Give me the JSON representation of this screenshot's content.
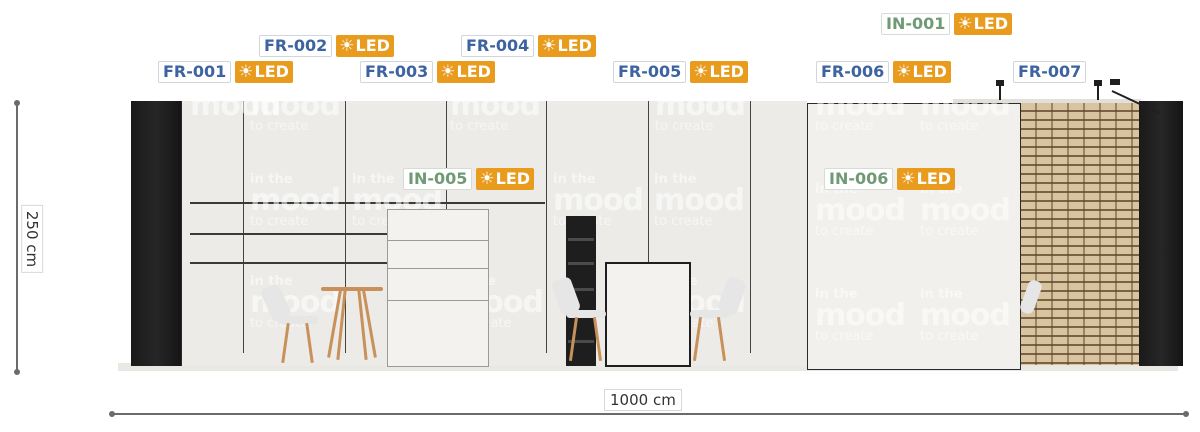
{
  "dimensions": {
    "height": "250 cm",
    "width": "1000 cm"
  },
  "watermark": {
    "line1": "in the",
    "line2": "mood",
    "line3": "to create"
  },
  "labels": {
    "fr001": {
      "code": "FR-001",
      "led": "LED"
    },
    "fr002": {
      "code": "FR-002",
      "led": "LED"
    },
    "fr003": {
      "code": "FR-003",
      "led": "LED"
    },
    "fr004": {
      "code": "FR-004",
      "led": "LED"
    },
    "fr005": {
      "code": "FR-005",
      "led": "LED"
    },
    "fr006": {
      "code": "FR-006",
      "led": "LED"
    },
    "fr007": {
      "code": "FR-007"
    },
    "in001": {
      "code": "IN-001",
      "led": "LED"
    },
    "in005": {
      "code": "IN-005",
      "led": "LED"
    },
    "in006": {
      "code": "IN-006",
      "led": "LED"
    }
  },
  "colors": {
    "frame_code": "#3d63a0",
    "inlay_code": "#6f9a74",
    "led_badge": "#e89b1c",
    "wall": "#ecebe7",
    "dark_panel": "#1a1a1a",
    "wood": "#d9c4a0"
  },
  "icons": {
    "led": "sun-icon"
  }
}
